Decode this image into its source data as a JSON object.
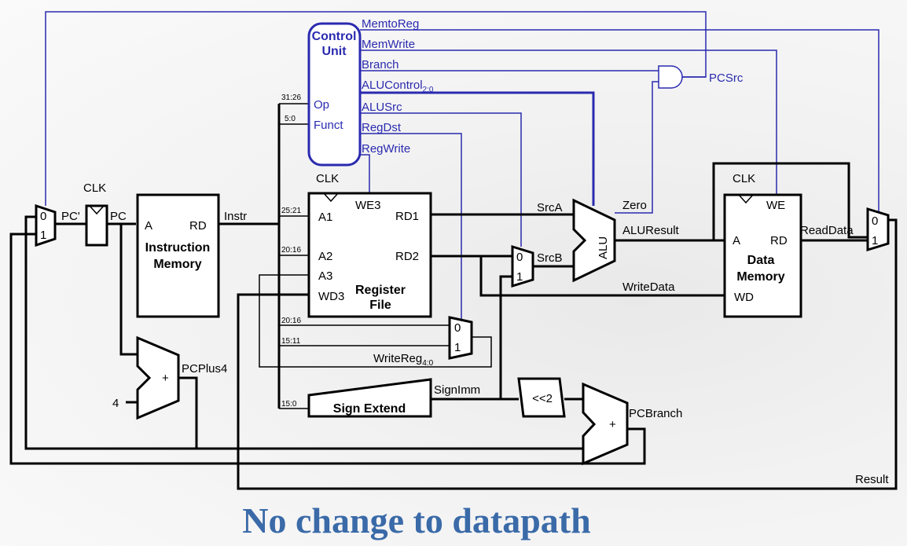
{
  "caption": "No change to datapath",
  "control_unit": {
    "title_1": "Control",
    "title_2": "Unit",
    "input_op": "Op",
    "input_funct": "Funct",
    "outputs": {
      "memtoreg": "MemtoReg",
      "memwrite": "MemWrite",
      "branch": "Branch",
      "alucontrol": "ALUControl",
      "alucontrol_sub": "2:0",
      "alusrc": "ALUSrc",
      "regdst": "RegDst",
      "regwrite": "RegWrite"
    }
  },
  "pcsrc": "PCSrc",
  "clk": "CLK",
  "pc_prime": "PC'",
  "pc": "PC",
  "instruction_memory": {
    "port_a": "A",
    "port_rd": "RD",
    "name_1": "Instruction",
    "name_2": "Memory"
  },
  "instr": "Instr",
  "bitfields": {
    "op": "31:26",
    "funct": "5:0",
    "rs": "25:21",
    "rt": "20:16",
    "rt2": "20:16",
    "rd": "15:11",
    "imm": "15:0"
  },
  "register_file": {
    "we3": "WE3",
    "a1": "A1",
    "a2": "A2",
    "a3": "A3",
    "wd3": "WD3",
    "rd1": "RD1",
    "rd2": "RD2",
    "name_1": "Register",
    "name_2": "File"
  },
  "write_reg": "WriteReg",
  "write_reg_sub": "4:0",
  "sign_extend": "Sign Extend",
  "sign_imm": "SignImm",
  "shift": "<<2",
  "src_a": "SrcA",
  "src_b": "SrcB",
  "alu": "ALU",
  "zero": "Zero",
  "alu_result": "ALUResult",
  "write_data": "WriteData",
  "data_memory": {
    "we": "WE",
    "port_a": "A",
    "port_rd": "RD",
    "port_wd": "WD",
    "name_1": "Data",
    "name_2": "Memory"
  },
  "read_data": "ReadData",
  "result": "Result",
  "pc_plus4": "PCPlus4",
  "pc_branch": "PCBranch",
  "const_four": "4",
  "plus": "+",
  "mux_zero": "0",
  "mux_one": "1"
}
